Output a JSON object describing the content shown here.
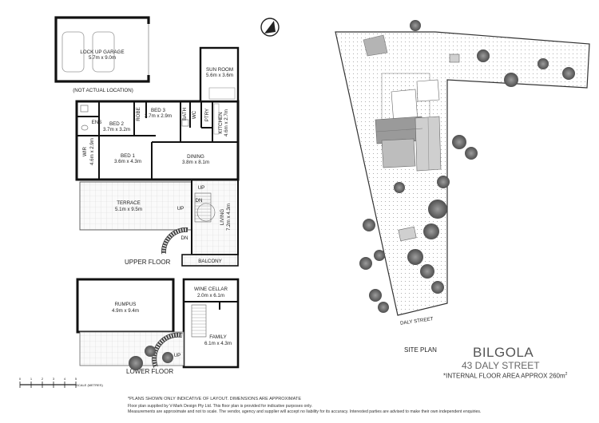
{
  "plan": {
    "garage": {
      "name": "LOCK UP GARAGE",
      "dims": "5.7m x 9.0m",
      "note": "(NOT ACTUAL LOCATION)"
    },
    "rooms": {
      "sun_room": "SUN ROOM",
      "sun_room_dims": "5.6m x 3.6m",
      "robe": "ROBE",
      "bed3": "BED 3",
      "bed3_dims": "2.7m x 2.9m",
      "bath": "BATH",
      "ptry": "PTRY",
      "wc": "WC",
      "ens": "ENS",
      "bed2": "BED 2",
      "bed2_dims": "3.7m x 3.2m",
      "kitchen": "KITCHEN",
      "kitchen_dims": "4.6m x 2.7m",
      "wir": "WIR",
      "wir_dims": "4.6m x 2.9m",
      "bed1": "BED 1",
      "bed1_dims": "3.6m x 4.3m",
      "dining": "DINING",
      "dining_dims": "3.8m x 8.1m",
      "terrace": "TERRACE",
      "terrace_dims": "5.1m x 9.5m",
      "living": "LIVING",
      "living_dims": "7.2m x 4.3m",
      "balcony": "BALCONY",
      "rumpus": "RUMPUS",
      "rumpus_dims": "4.9m x 9.4m",
      "wine_cellar": "WINE CELLAR",
      "wine_cellar_dims": "2.0m x 6.1m",
      "family": "FAMILY",
      "family_dims": "6.1m x 4.3m"
    },
    "stair_labels": {
      "up": "UP",
      "dn": "DN"
    },
    "upper_floor": "UPPER FLOOR",
    "lower_floor": "LOWER FLOOR",
    "site_plan": "SITE PLAN",
    "street": "DALY STREET",
    "scale_label": "SCALE (METRES)",
    "scale_ticks": [
      "0",
      "1",
      "2",
      "3",
      "4",
      "5"
    ]
  },
  "listing": {
    "suburb": "BILGOLA",
    "address": "43 DALY STREET",
    "floor_area_label": "*INTERNAL FLOOR AREA APPROX 260m",
    "floor_area_sup": "2"
  },
  "disclaimer": {
    "line1": "*PLANS SHOWN ONLY INDICATIVE OF LAYOUT. DIMENSIONS ARE APPROXIMATE",
    "line2": "Floor plan supplied by V-Mark Design Pty Ltd. This floor plan is provided for indicative purposes only.",
    "line3": "Measurements are approximate and not to scale. The vendor, agency and supplier will accept no liability for its accuracy. Interested parties are advised to make their own independent enquiries."
  },
  "colors": {
    "wall": "#111111",
    "roof_dark": "#9a9a9a",
    "roof_light": "#cfcfcf",
    "tree": "#6f6f6f"
  }
}
